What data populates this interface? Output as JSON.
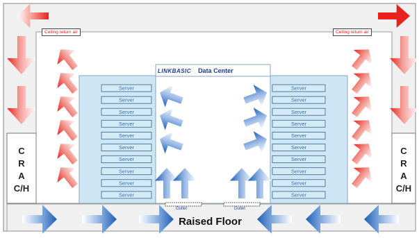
{
  "diagram": {
    "ceiling_label_left": "Ceiling return air",
    "ceiling_label_right": "Ceiling return air",
    "logo_text": "LINKBASIC",
    "title": "Data Center",
    "server_label": "Server",
    "server_rows": 10,
    "crac_left": [
      "C",
      "R",
      "A",
      "C/H"
    ],
    "crac_right": [
      "C",
      "R",
      "A",
      "C/H"
    ],
    "outlet_left": "Outlet",
    "outlet_right": "Outlet",
    "floor_label": "Raised Floor",
    "colors": {
      "hot_air": "#e8231e",
      "cold_air": "#1f5fb5",
      "server_block": "#cde6f5",
      "floor_panel": "#f0f0f0"
    }
  }
}
